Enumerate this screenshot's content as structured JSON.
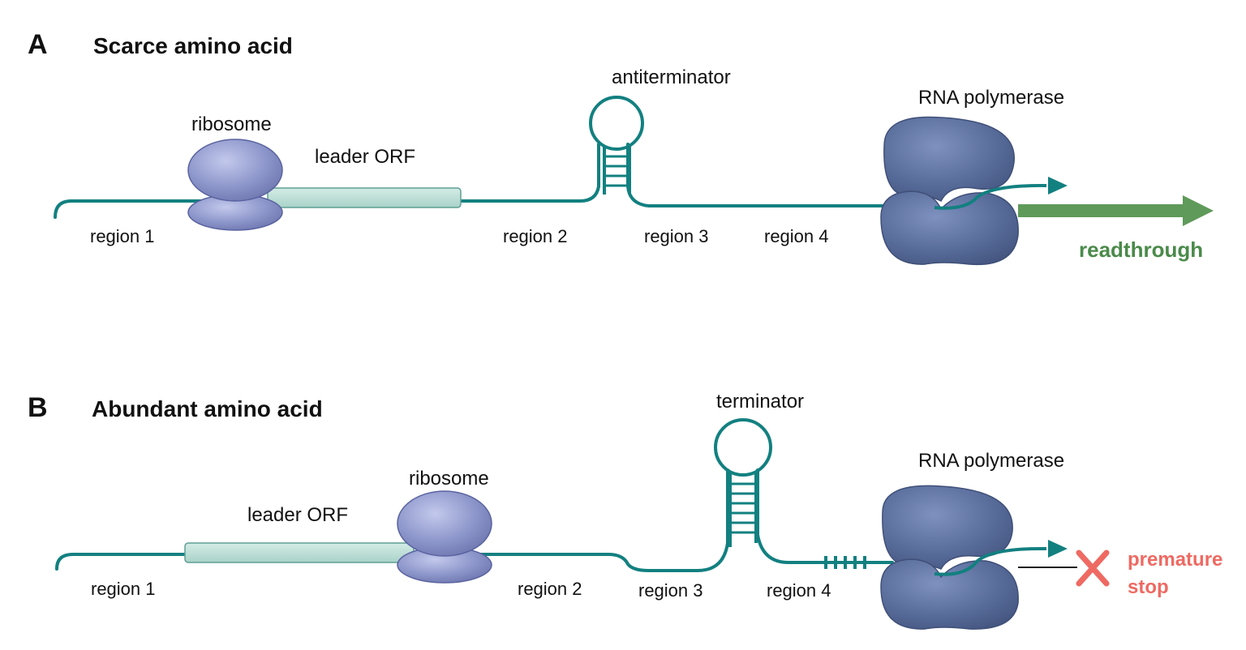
{
  "colors": {
    "strand": "#138080",
    "ribosome": "#8a93c8",
    "polymerase": "#566a98",
    "orf": "#bfe0d8",
    "readthrough": "#4a8a4a",
    "stop": "#ee6a62"
  },
  "panels": [
    {
      "letter": "A",
      "title": "Scarce amino acid",
      "ribosome_label": "ribosome",
      "orf_label": "leader ORF",
      "loop_label": "antiterminator",
      "polymerase_label": "RNA polymerase",
      "regions": [
        "region 1",
        "region 2",
        "region 3",
        "region 4"
      ],
      "outcome_label": "readthrough"
    },
    {
      "letter": "B",
      "title": "Abundant amino acid",
      "ribosome_label": "ribosome",
      "orf_label": "leader ORF",
      "loop_label": "terminator",
      "polymerase_label": "RNA polymerase",
      "regions": [
        "region 1",
        "region 2",
        "region 3",
        "region 4"
      ],
      "outcome_label_line1": "premature",
      "outcome_label_line2": "stop"
    }
  ]
}
